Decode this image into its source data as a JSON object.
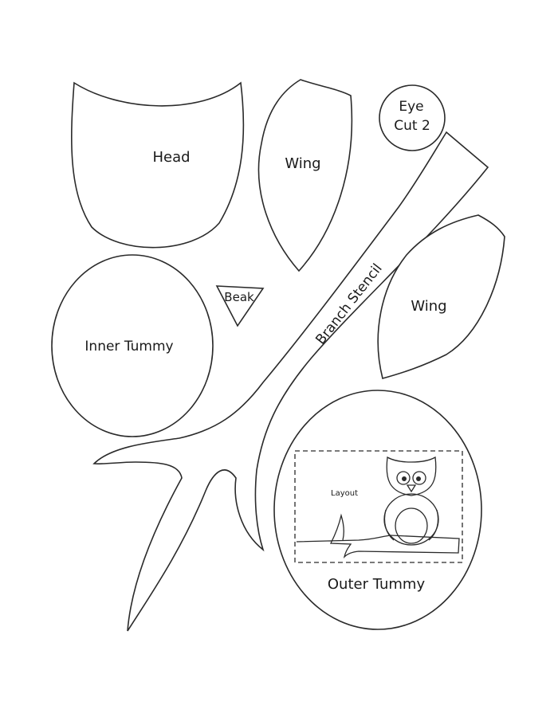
{
  "labels": {
    "head": "Head",
    "wing_left": "Wing",
    "eye_line1": "Eye",
    "eye_line2": "Cut 2",
    "wing_right": "Wing",
    "beak": "Beak",
    "inner_tummy": "Inner Tummy",
    "branch_stencil": "Branch Stencil",
    "layout": "Layout",
    "outer_tummy": "Outer Tummy"
  },
  "colors": {
    "outline": "#2a2a2a",
    "background": "#ffffff"
  }
}
